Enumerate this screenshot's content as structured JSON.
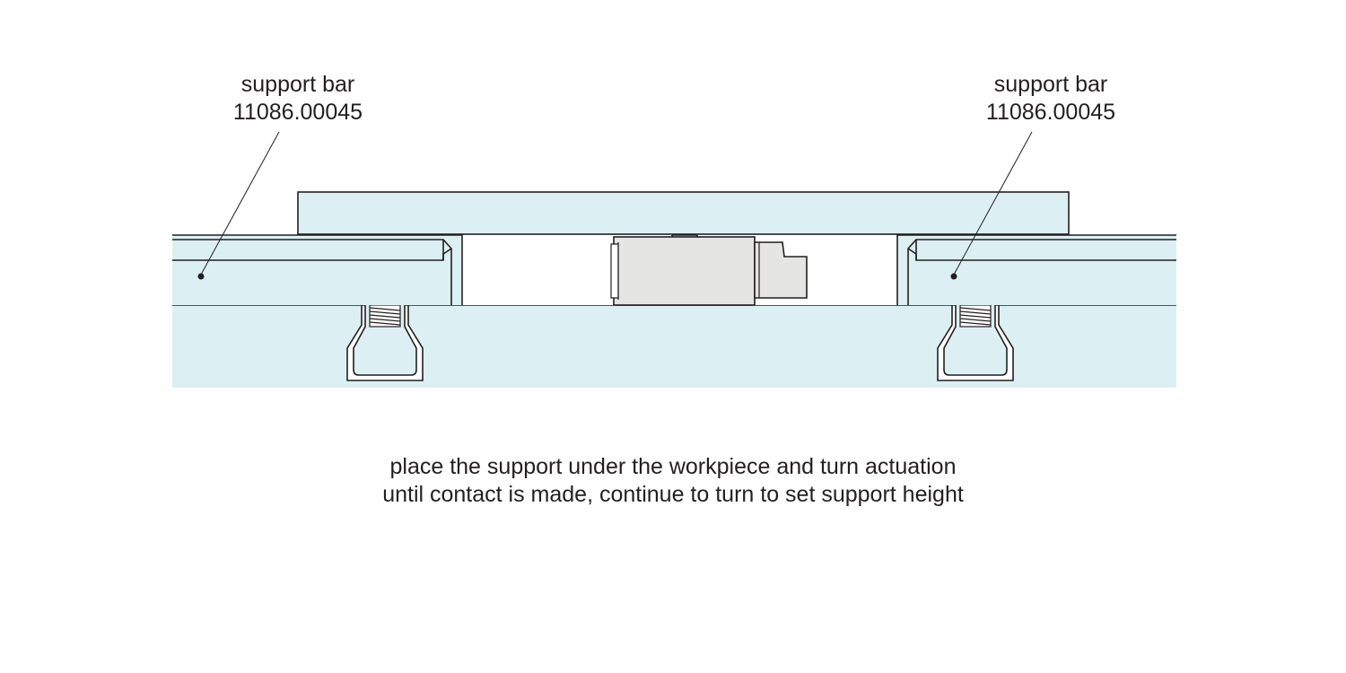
{
  "colors": {
    "fill": "#dcf0f4",
    "stroke": "#231f20",
    "support": "#e5e5e4",
    "leader": "#231f20"
  },
  "labels": {
    "left": {
      "name": "support bar",
      "part_number": "11086.00045"
    },
    "right": {
      "name": "support bar",
      "part_number": "11086.00045"
    }
  },
  "caption": {
    "line1": "place the support under the workpiece and turn actuation",
    "line2": "until contact is made, continue to turn to set support height"
  }
}
